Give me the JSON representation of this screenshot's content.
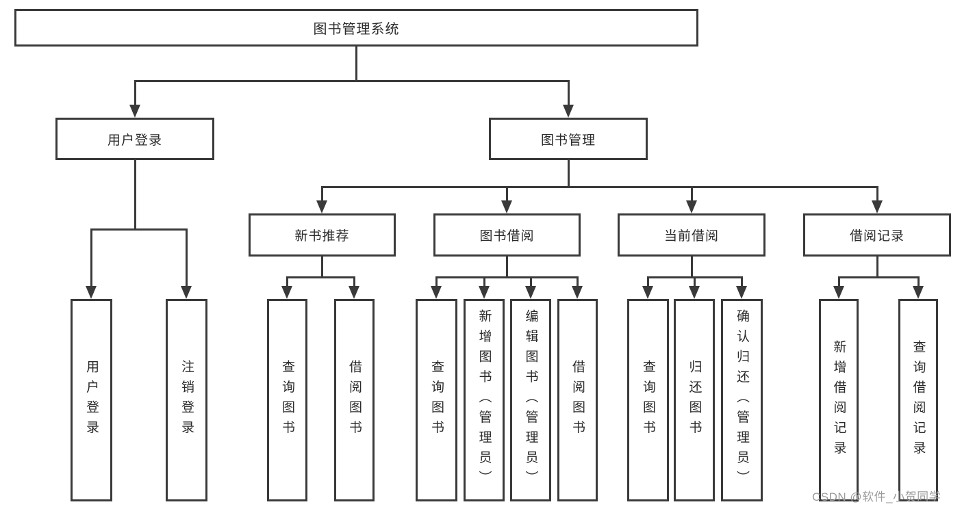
{
  "tree": {
    "root": {
      "label": "图书管理系统"
    },
    "branches": [
      {
        "label": "用户登录",
        "children": [
          {
            "label": "用户登录"
          },
          {
            "label": "注销登录"
          }
        ]
      },
      {
        "label": "图书管理",
        "children": [
          {
            "label": "新书推荐",
            "children": [
              {
                "label": "查询图书"
              },
              {
                "label": "借阅图书"
              }
            ]
          },
          {
            "label": "图书借阅",
            "children": [
              {
                "label": "查询图书"
              },
              {
                "label": "新增图书（管理员）"
              },
              {
                "label": "编辑图书（管理员）"
              },
              {
                "label": "借阅图书"
              }
            ]
          },
          {
            "label": "当前借阅",
            "children": [
              {
                "label": "查询图书"
              },
              {
                "label": "归还图书"
              },
              {
                "label": "确认归还（管理员）"
              }
            ]
          },
          {
            "label": "借阅记录",
            "children": [
              {
                "label": "新增借阅记录"
              },
              {
                "label": "查询借阅记录"
              }
            ]
          }
        ]
      }
    ]
  },
  "watermark": {
    "text": "CSDN @软件_小贺同学"
  },
  "colors": {
    "line": "#3a3a3a",
    "text": "#2b2b2b",
    "watermark_gray": "#9b9b9b",
    "background": "#ffffff"
  }
}
